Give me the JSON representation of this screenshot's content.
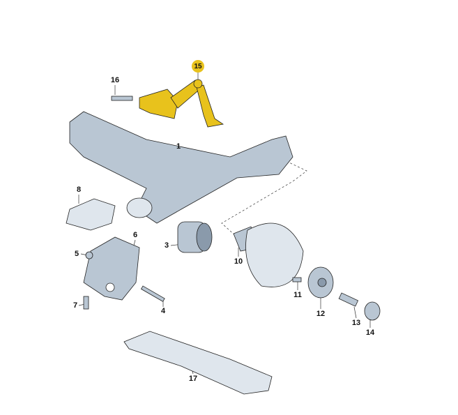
{
  "diagram": {
    "highlight_color": "#e8c21c",
    "part_color": "#b9c6d3",
    "labels": {
      "p1": "1",
      "p3": "3",
      "p4": "4",
      "p5": "5",
      "p6": "6",
      "p7": "7",
      "p8": "8",
      "p10": "10",
      "p11": "11",
      "p12": "12",
      "p13": "13",
      "p14": "14",
      "p15": "15",
      "p16": "16",
      "p17": "17"
    }
  }
}
